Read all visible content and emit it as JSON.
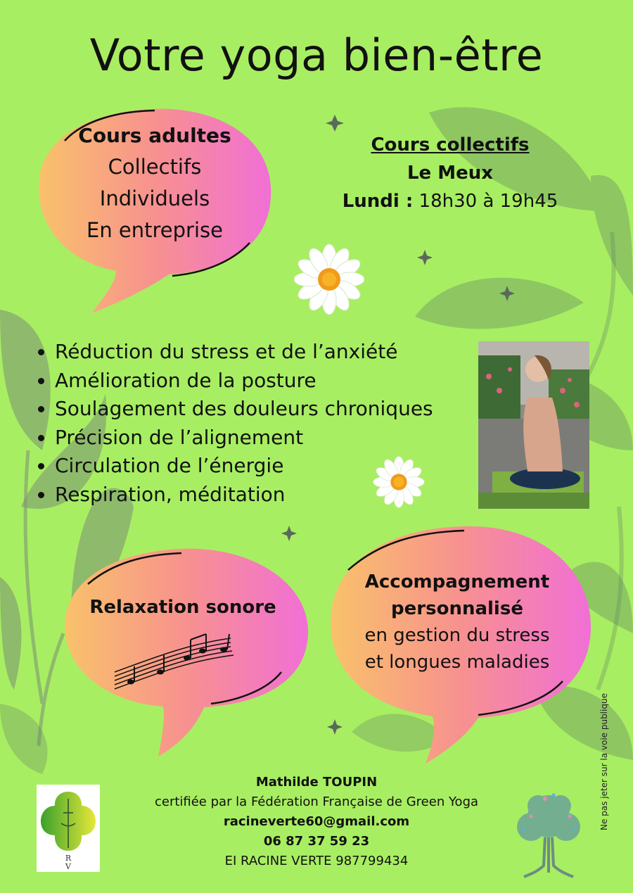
{
  "title": "Votre yoga bien-être",
  "bubble_adults": {
    "heading": "Cours adultes",
    "lines": [
      "Collectifs",
      "Individuels",
      "En entreprise"
    ]
  },
  "collective": {
    "heading": "Cours collectifs",
    "place": "Le Meux",
    "day": "Lundi :",
    "time": "18h30 à 19h45"
  },
  "benefits": [
    "Réduction du stress et de l’anxiété",
    "Amélioration de la posture",
    "Soulagement des douleurs chroniques",
    "Précision de l’alignement",
    "Circulation de l’énergie",
    "Respiration, méditation"
  ],
  "bubble_relax": {
    "label": "Relaxation sonore"
  },
  "bubble_support": {
    "heading_1": "Accompagnement",
    "heading_2": "personnalisé",
    "line_1": "en gestion du stress",
    "line_2": "et longues maladies"
  },
  "footer": {
    "name": "Mathilde TOUPIN",
    "certification": "certifiée par la Fédération Française de Green Yoga",
    "email": "racineverte60@gmail.com",
    "phone": "06 87 37 59 23",
    "company": "EI RACINE VERTE 987799434"
  },
  "side_note": "Ne pas jeter sur la voie publique",
  "logo_letters": "RV",
  "colors": {
    "background": "#a8ee62",
    "bubble_gradient_start": "#f9b96a",
    "bubble_gradient_end": "#f373d2",
    "leaf": "#7d9a6e"
  },
  "icons": [
    "sparkle-icon",
    "daisy-icon",
    "music-notes-icon",
    "tree-icon",
    "logo-icon"
  ]
}
